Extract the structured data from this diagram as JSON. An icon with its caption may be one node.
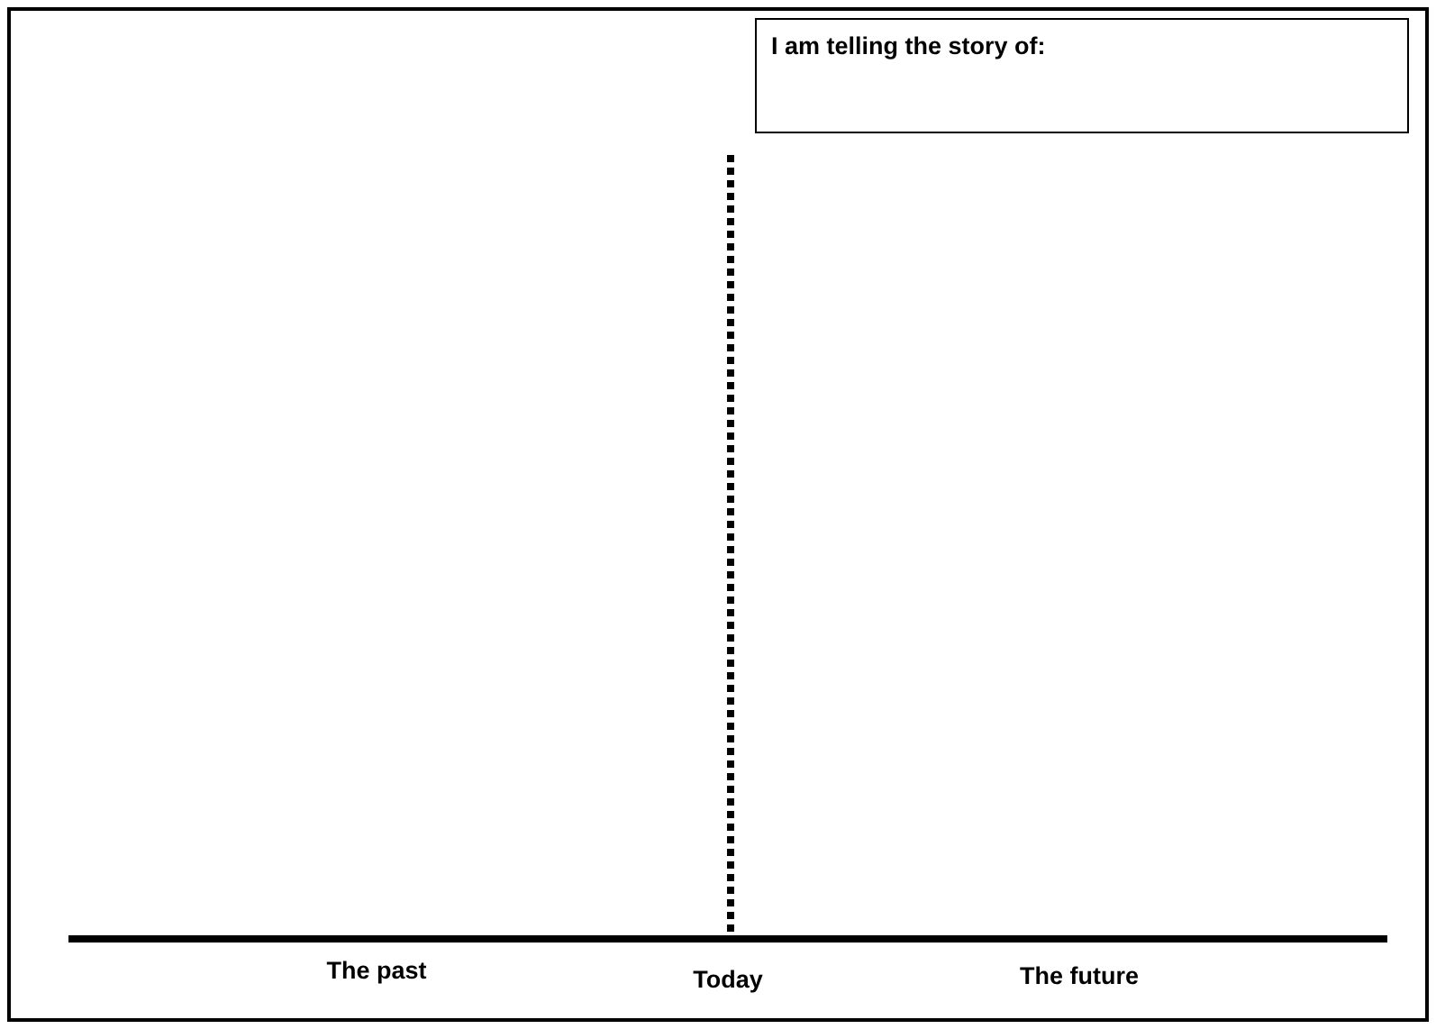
{
  "diagram": {
    "nodes": [
      {
        "text": [
          "I am telling the story of:"
        ]
      }
    ],
    "labels": [
      "The past",
      "Today",
      "The future"
    ]
  }
}
